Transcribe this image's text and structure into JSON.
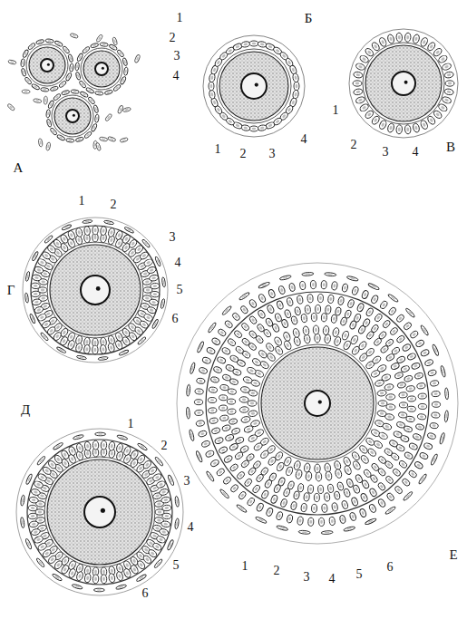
{
  "diagram": {
    "labels": [
      "А",
      "1",
      "2",
      "3",
      "4",
      "Б",
      "1",
      "2",
      "3",
      "4",
      "В",
      "1",
      "2",
      "3",
      "4",
      "Г",
      "1",
      "2",
      "3",
      "4",
      "5",
      "6",
      "Д",
      "1",
      "2",
      "3",
      "4",
      "5",
      "6",
      "Е",
      "1",
      "2",
      "3",
      "4",
      "5",
      "6"
    ]
  }
}
